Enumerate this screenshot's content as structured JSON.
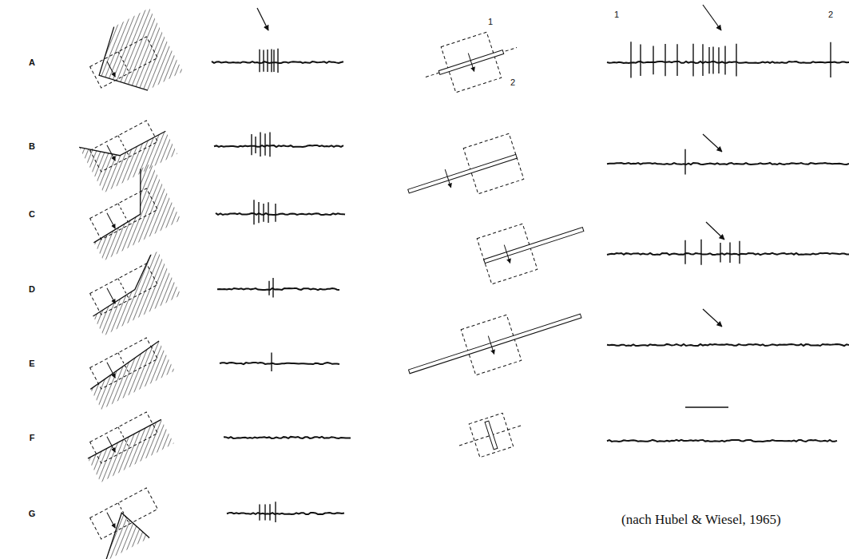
{
  "diagram": {
    "caption": "(nach Hubel & Wiesel, 1965)",
    "labels": [
      "A",
      "B",
      "C",
      "D",
      "E",
      "F",
      "G",
      "1",
      "2",
      "1",
      "2"
    ]
  }
}
